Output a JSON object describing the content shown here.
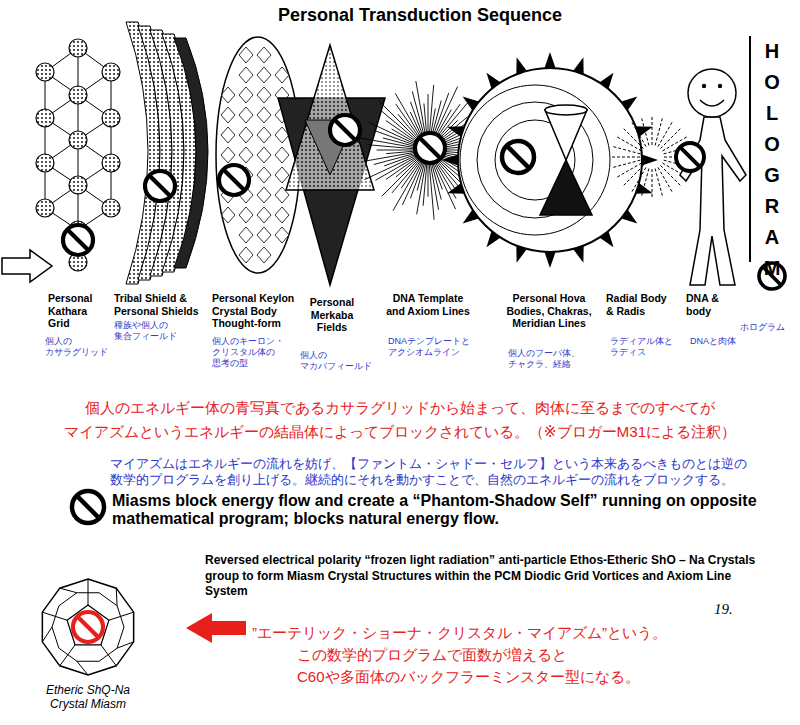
{
  "diagram": {
    "title": "Personal Transduction Sequence",
    "labels": [
      "Personal Kathara Grid",
      "個人の カサラグリッド",
      "Tribal Shield & Personal Shields",
      "種族や個人の 集合フィールド",
      "Personal Keylon Crystal Body Thought-form",
      "個人のキーロン・ クリスタル体の 思考の型",
      "Personal Merkaba Fields",
      "個人の マカバフィールド",
      "DNA Template and Axiom Lines",
      "DNAテンプレートと アクシオムライン",
      "Personal Hova Bodies, Chakras, Meridian Lines",
      "個人のフーバ体、 チャクラ、経絡",
      "Radial Body & Radis",
      "ラディアル体と ラディス",
      "DNA & body",
      "DNAと肉体",
      "ホログラム",
      "HOLOGRAM",
      "個人のエネルギー体の青写真であるカサラグリッドから始まって、肉体に至るまでのすべてが マイアズムというエネルギーの結晶体によってブロックされている。（※ブロガーM31による注釈）",
      "マイアズムはエネルギーの流れを妨げ、【ファントム・シャドー・セルフ】という本来あるべきものとは逆の 数学的プログラムを創り上げる。継続的にそれを動かすことで、自然のエネルギーの流れをブロックする。",
      "Miasms block energy flow and create a “Phantom-Shadow Self” running on opposite mathematical program; blocks natural energy flow.",
      "Reversed electrical polarity “frozen light radiation” anti-particle Ethos-Etheric ShO – Na Crystals group to form Miasm Crystal Structures within the PCM Diodic Grid Vortices and Axiom Line System",
      "19.",
      "Etheric ShQ-Na Crystal Miasm",
      "”エーテリック・ショーナ・クリスタル・マイアズム”という。 この数学的プログラムで面数が増えると C60や多面体のバックフラーミンスター型になる。"
    ]
  }
}
